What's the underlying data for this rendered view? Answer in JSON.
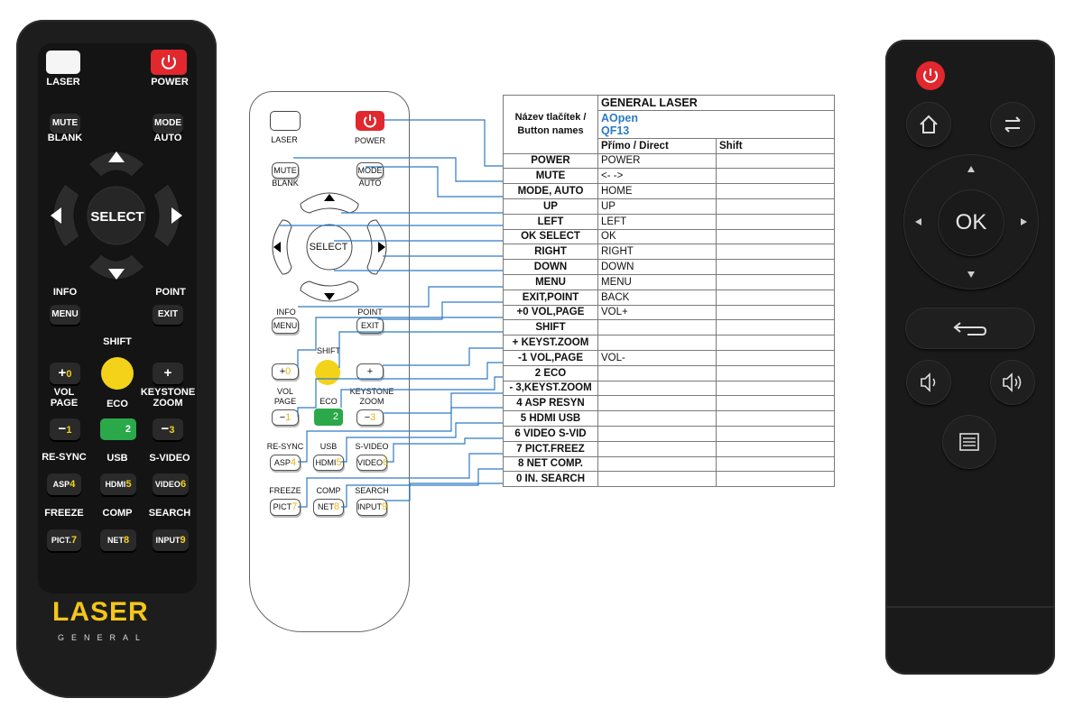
{
  "left_remote": {
    "labels": {
      "laser": "LASER",
      "power": "POWER",
      "mute_blank": "MUTE\nBLANK",
      "mode_auto": "MODE\nAUTO",
      "select": "SELECT",
      "info": "INFO",
      "point": "POINT",
      "menu": "MENU",
      "exit": "EXIT",
      "shift": "SHIFT",
      "plus": "+",
      "zero": "0",
      "plus_right": "+",
      "vol_page": "VOL\nPAGE",
      "eco": "ECO",
      "keystone_zoom": "KEYSTONE\nZOOM",
      "minus": "−",
      "one": "1",
      "two": "2",
      "minus_right": "−",
      "three": "3",
      "resync": "RE-SYNC",
      "usb": "USB",
      "svideo": "S-VIDEO",
      "asp": "ASP",
      "four": "4",
      "hdmi": "HDMI",
      "five": "5",
      "video": "VIDEO",
      "six": "6",
      "freeze": "FREEZE",
      "comp": "COMP",
      "search": "SEARCH",
      "pict": "PICT.",
      "seven": "7",
      "net": "NET",
      "eight": "8",
      "input": "INPUT",
      "nine": "9",
      "logo": "LASER",
      "logo_sub": "GENERAL"
    }
  },
  "outline_remote": {
    "labels": {
      "laser": "LASER",
      "power": "POWER",
      "mute": "MUTE",
      "blank": "BLANK",
      "mode": "MODE",
      "auto": "AUTO",
      "select": "SELECT",
      "info": "INFO",
      "point": "POINT",
      "menu": "MENU",
      "exit": "EXIT",
      "shift": "SHIFT",
      "plus": "+",
      "zero": "0",
      "plus_right": "+",
      "vol": "VOL",
      "page": "PAGE",
      "eco": "ECO",
      "keystone": "KEYSTONE",
      "zoom": "ZOOM",
      "minus": "−",
      "one": "1",
      "two": "2",
      "minus_right": "−",
      "three": "3",
      "resync": "RE-SYNC",
      "usb": "USB",
      "svideo": "S-VIDEO",
      "asp": "ASP",
      "four": "4",
      "hdmi": "HDMI",
      "five": "5",
      "video": "VIDEO",
      "six": "6",
      "freeze": "FREEZE",
      "comp": "COMP",
      "search": "SEARCH",
      "pict": "PICT",
      "seven": "7",
      "net": "NET",
      "eight": "8",
      "input": "INPUT",
      "nine": "9"
    }
  },
  "table": {
    "title": "GENERAL LASER",
    "button_names_header": "Název tlačítek /\nButton names",
    "model_line1": "AOpen",
    "model_line2": "QF13",
    "col_direct": "Přímo / Direct",
    "col_shift": "Shift",
    "rows": [
      {
        "name": "POWER",
        "direct": "POWER",
        "shift": ""
      },
      {
        "name": "MUTE",
        "direct": "<- ->",
        "shift": ""
      },
      {
        "name": "MODE, AUTO",
        "direct": "HOME",
        "shift": ""
      },
      {
        "name": "UP",
        "direct": "UP",
        "shift": ""
      },
      {
        "name": "LEFT",
        "direct": "LEFT",
        "shift": ""
      },
      {
        "name": "OK SELECT",
        "direct": "OK",
        "shift": ""
      },
      {
        "name": "RIGHT",
        "direct": "RIGHT",
        "shift": ""
      },
      {
        "name": "DOWN",
        "direct": "DOWN",
        "shift": ""
      },
      {
        "name": "MENU",
        "direct": "MENU",
        "shift": ""
      },
      {
        "name": "EXIT,POINT",
        "direct": "BACK",
        "shift": ""
      },
      {
        "name": "+0 VOL,PAGE",
        "direct": "VOL+",
        "shift": ""
      },
      {
        "name": "SHIFT",
        "direct": "",
        "shift": ""
      },
      {
        "name": "+ KEYST.ZOOM",
        "direct": "",
        "shift": ""
      },
      {
        "name": "-1 VOL,PAGE",
        "direct": "VOL-",
        "shift": ""
      },
      {
        "name": "2 ECO",
        "direct": "",
        "shift": ""
      },
      {
        "name": "- 3,KEYST.ZOOM",
        "direct": "",
        "shift": ""
      },
      {
        "name": "4 ASP RESYN",
        "direct": "",
        "shift": ""
      },
      {
        "name": "5 HDMI USB",
        "direct": "",
        "shift": ""
      },
      {
        "name": "6 VIDEO S-VID",
        "direct": "",
        "shift": ""
      },
      {
        "name": "7 PICT.FREEZ",
        "direct": "",
        "shift": ""
      },
      {
        "name": "8 NET COMP.",
        "direct": "",
        "shift": ""
      },
      {
        "name": "0 IN. SEARCH",
        "direct": "",
        "shift": ""
      }
    ]
  },
  "right_remote": {
    "ok_label": "OK",
    "icons": [
      "power-icon",
      "home-icon",
      "switch-arrows-icon",
      "up-arrow-icon",
      "left-arrow-icon",
      "right-arrow-icon",
      "down-arrow-icon",
      "back-icon",
      "volume-down-icon",
      "volume-up-icon",
      "menu-list-icon"
    ]
  },
  "colors": {
    "power_red": "#e0282e",
    "shift_yellow": "#f3d21a",
    "eco_green": "#2aa84a",
    "logo_yellow": "#f3c61a",
    "connector_blue": "#2e7bc4",
    "model_blue": "#2e7bc4"
  }
}
